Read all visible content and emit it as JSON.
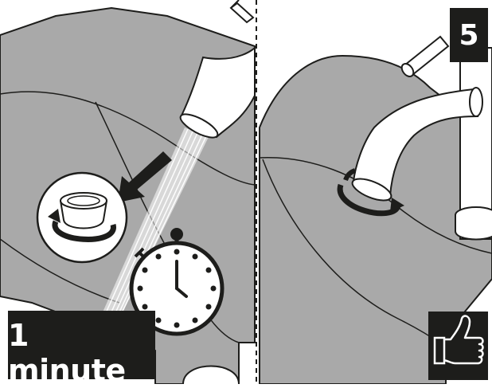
{
  "step": {
    "number": "5"
  },
  "duration": {
    "label": "1 minute",
    "value_minutes": 1
  },
  "icons": {
    "unscrew": "unscrew-aerator-icon",
    "arrow": "arrow-down-left-icon",
    "stopwatch": "stopwatch-icon",
    "rotate": "rotate-clockwise-icon",
    "approval": "thumbs-up-icon"
  },
  "colors": {
    "ink": "#1d1d1b",
    "basin": "#a9a9a9",
    "paper": "#ffffff"
  }
}
